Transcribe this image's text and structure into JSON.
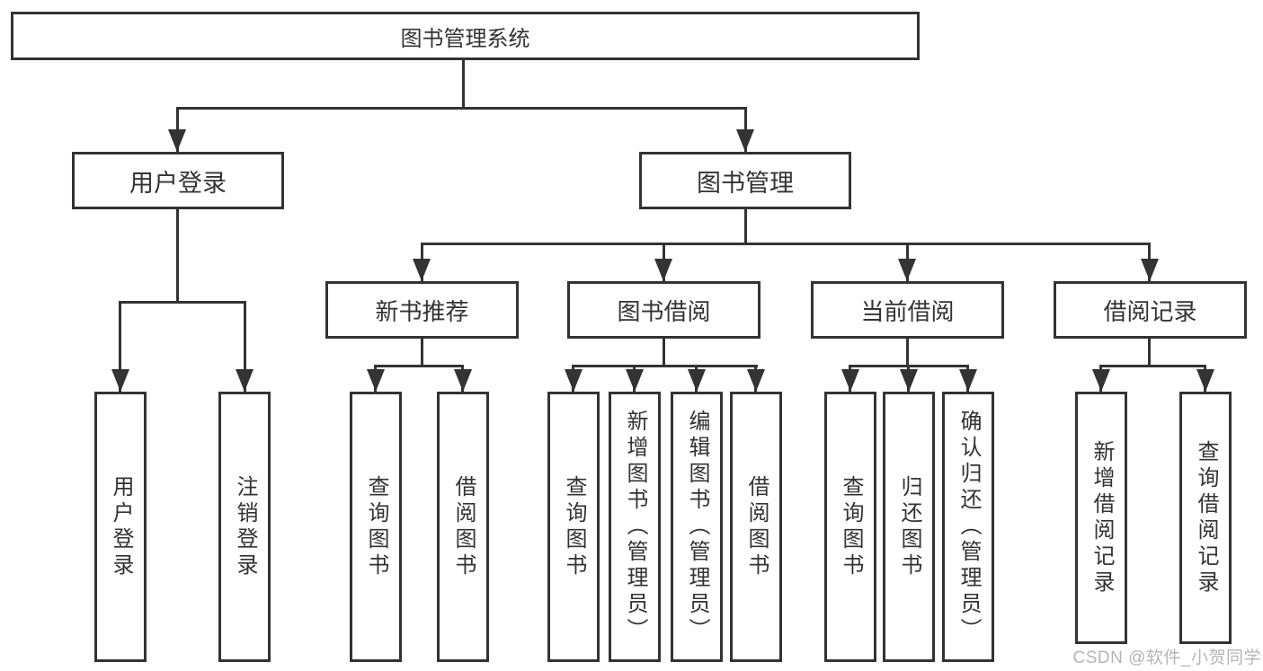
{
  "diagram": {
    "type": "tree",
    "colors": {
      "line": "#333333",
      "text": "#333333",
      "box_background": "#ffffff",
      "watermark": "#b5b5b5",
      "background": "#ffffff"
    },
    "root": {
      "label": "图书管理系统"
    },
    "branches": [
      {
        "label": "用户登录",
        "children": [
          {
            "label": "用户登录"
          },
          {
            "label": "注销登录"
          }
        ]
      },
      {
        "label": "图书管理",
        "children": [
          {
            "label": "新书推荐",
            "children": [
              {
                "label": "查询图书"
              },
              {
                "label": "借阅图书"
              }
            ]
          },
          {
            "label": "图书借阅",
            "children": [
              {
                "label": "查询图书"
              },
              {
                "label": "新增图书（管理员）"
              },
              {
                "label": "编辑图书（管理员）"
              },
              {
                "label": "借阅图书"
              }
            ]
          },
          {
            "label": "当前借阅",
            "children": [
              {
                "label": "查询图书"
              },
              {
                "label": "归还图书"
              },
              {
                "label": "确认归还（管理员）"
              }
            ]
          },
          {
            "label": "借阅记录",
            "children": [
              {
                "label": "新增借阅记录"
              },
              {
                "label": "查询借阅记录"
              }
            ]
          }
        ]
      }
    ],
    "watermark": {
      "text": "CSDN @软件_小贺同学"
    }
  }
}
